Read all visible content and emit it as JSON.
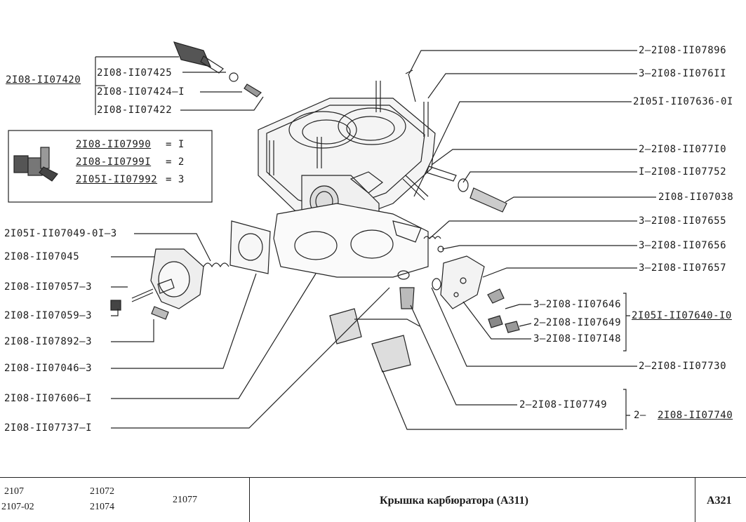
{
  "labels": {
    "l_07420": "2I08-II07420",
    "l_07425": "2I08-II07425",
    "l_07424": "2I08-II07424—I",
    "l_07422": "2I08-II07422",
    "l_07990": "2I08-II07990",
    "l_07991": "2I08-II0799I",
    "l_07992": "2I05I-II07992",
    "q_07990": "=   I",
    "q_07991": "=   2",
    "q_07992": "=   3",
    "l_07049": "2I05I-II07049-0I—3",
    "l_07045": "2I08-II07045",
    "l_07057": "2I08-II07057—3",
    "l_07059": "2I08-II07059—3",
    "l_07892": "2I08-II07892—3",
    "l_07046": "2I08-II07046—3",
    "l_07606": "2I08-II07606—I",
    "l_07737": "2I08-II07737—I",
    "r_07896": "2—2I08-II07896",
    "r_07611": "3—2I08-II076II",
    "r_07636": "2I05I-II07636-0I",
    "r_07710": "2—2I08-II077I0",
    "r_07752": "I—2I08-II07752",
    "r_07038": "2I08-II07038",
    "r_07655": "3—2I08-II07655",
    "r_07656": "3—2I08-II07656",
    "r_07657": "3—2I08-II07657",
    "r_07646": "3—2I08-II07646",
    "r_07649": "2—2I08-II07649",
    "r_07148": "3—2I08-II07I48",
    "r_07640": "2I05I-II07640-I0",
    "r_07730": "2—2I08-II07730",
    "r_07749": "2—2I08-II07749",
    "r_07740_q": "2—",
    "r_07740": "2I08-II07740"
  },
  "footer": {
    "model_1": "2107",
    "model_2": "2107-02",
    "model_3": "21072",
    "model_4": "21074",
    "model_5": "21077",
    "title": "Крышка карбюратора (А311)",
    "code": "А321"
  }
}
